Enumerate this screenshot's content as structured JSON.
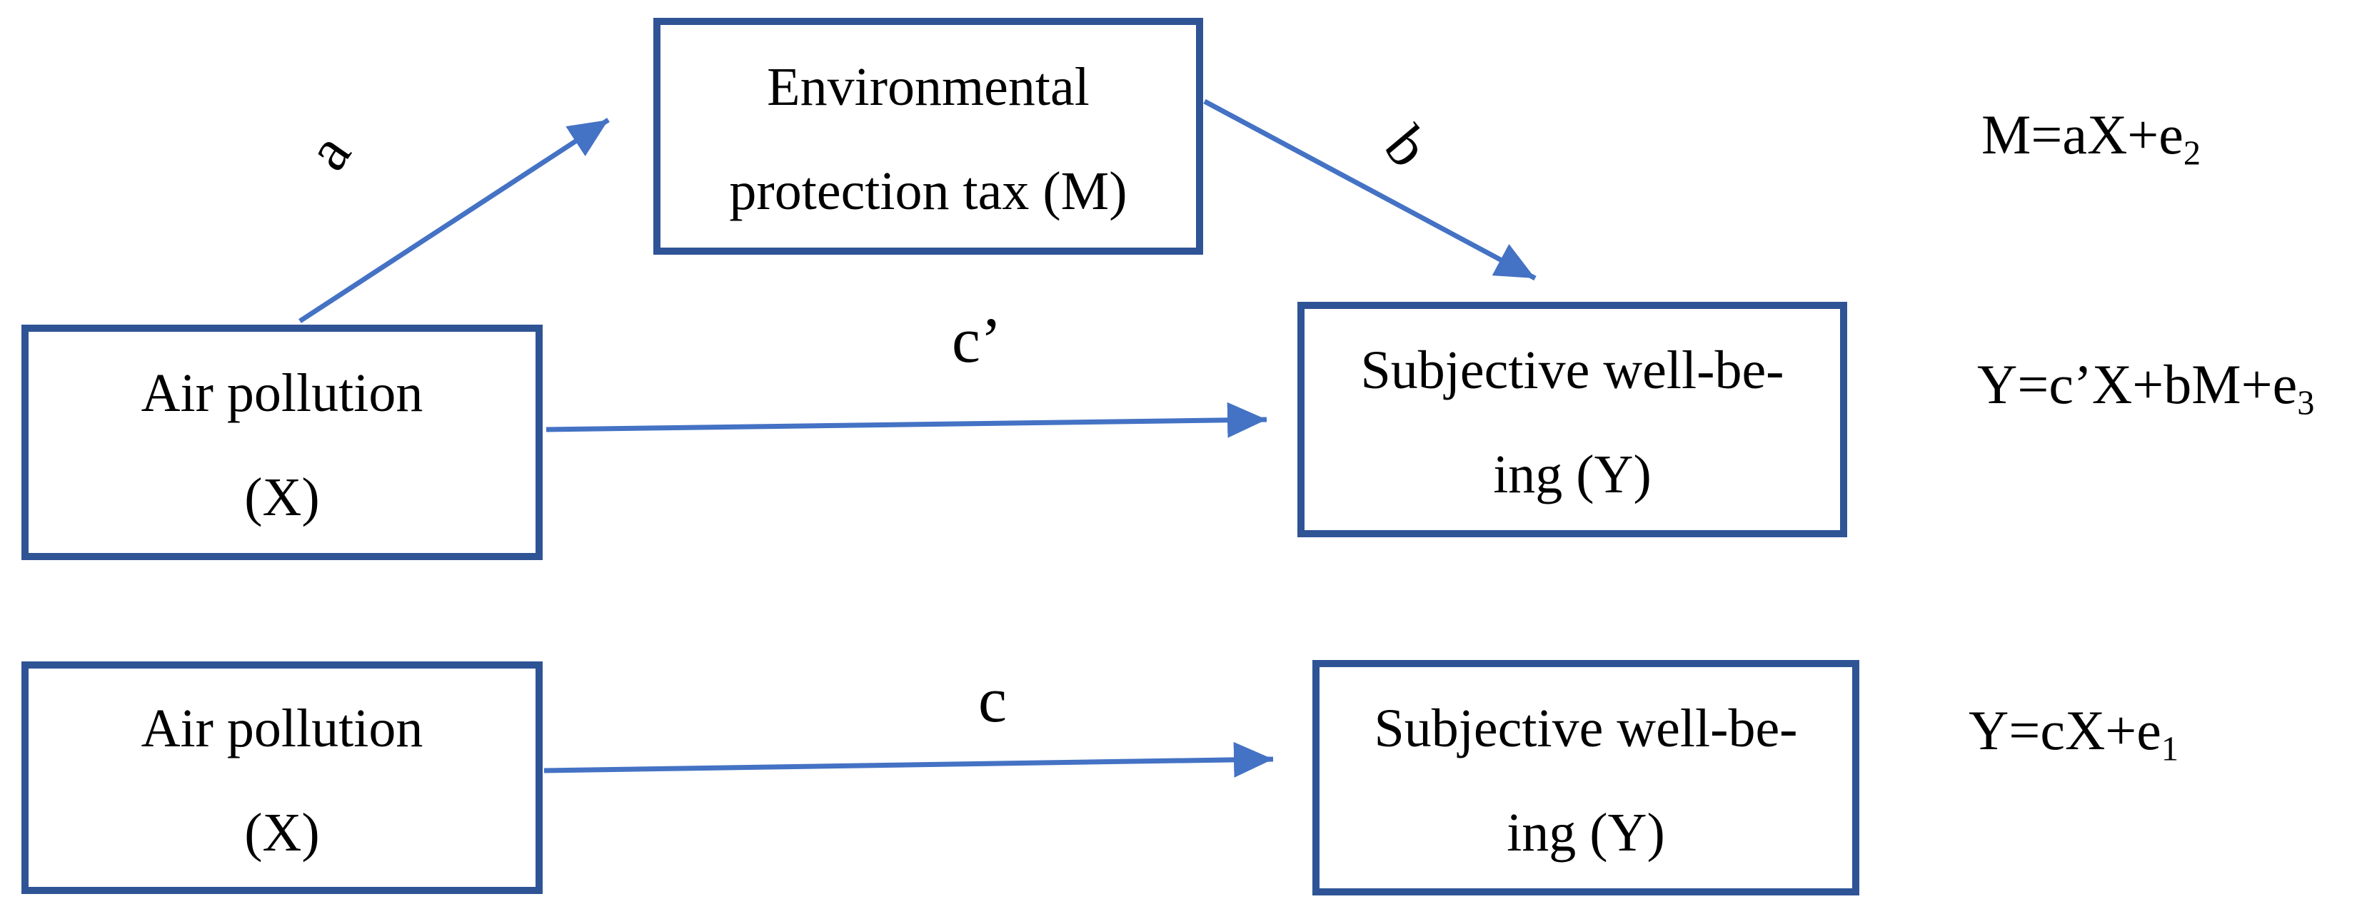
{
  "colors": {
    "box_border": "#2F5496",
    "arrow": "#4472C4",
    "text": "#000000",
    "background": "#FFFFFF"
  },
  "top_model": {
    "mediator_box": {
      "line1": "Environmental",
      "line2": "protection tax (M)"
    },
    "predictor_box": {
      "line1": "Air pollution",
      "line2": "(X)"
    },
    "outcome_box": {
      "line1": "Subjective well-be-",
      "line2": "ing (Y)"
    },
    "path_labels": {
      "a": "a",
      "b": "b",
      "c_prime": "c’"
    },
    "equations": {
      "mediator": {
        "base": "M=aX+e",
        "sub": "2"
      },
      "outcome": {
        "base": "Y=c’X+bM+e",
        "sub": "3"
      }
    }
  },
  "bottom_model": {
    "predictor_box": {
      "line1": "Air pollution",
      "line2": "(X)"
    },
    "outcome_box": {
      "line1": "Subjective well-be-",
      "line2": "ing (Y)"
    },
    "path_labels": {
      "c": "c"
    },
    "equations": {
      "outcome": {
        "base": "Y=cX+e",
        "sub": "1"
      }
    }
  }
}
